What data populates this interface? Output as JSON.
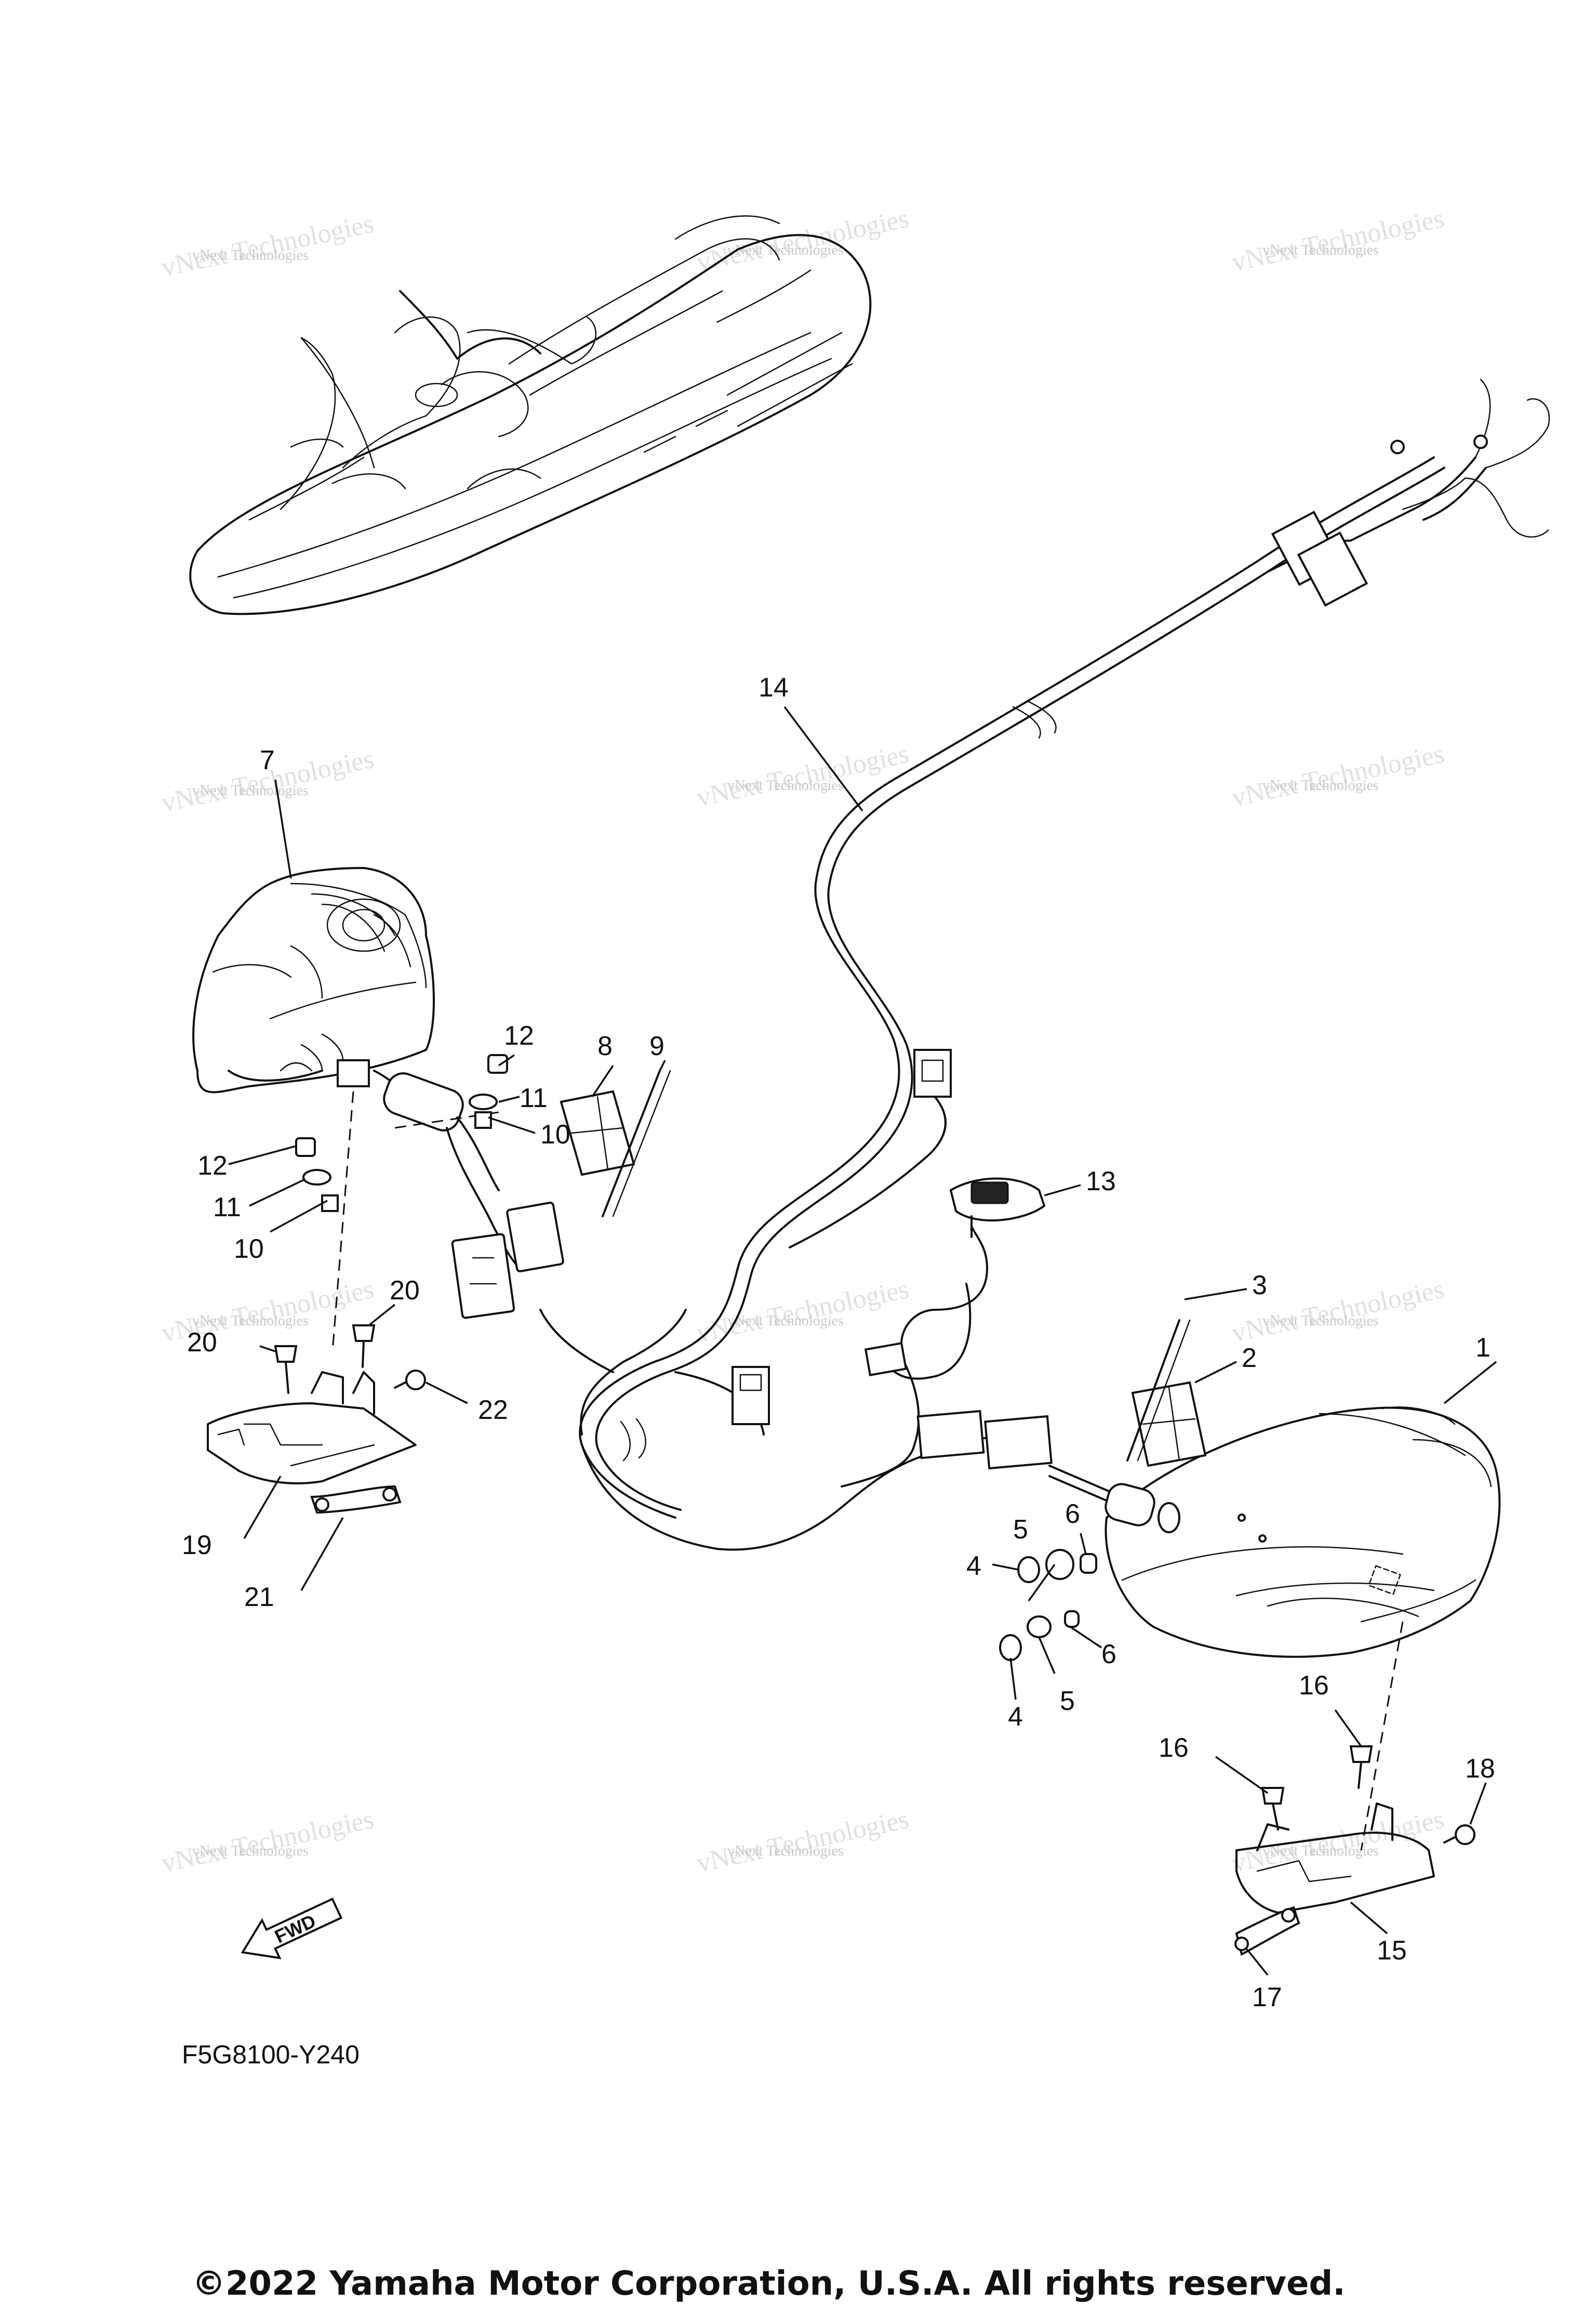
{
  "diagram": {
    "drawing_code": "F5G8100-Y240",
    "copyright": "©2022 Yamaha Motor Corporation, U.S.A. All rights reserved.",
    "fwd_label": "FWD",
    "watermark": {
      "line1": "vNext Technologies",
      "line2": "vNext Technologies"
    },
    "callouts": [
      "1",
      "2",
      "3",
      "4",
      "4",
      "5",
      "5",
      "6",
      "6",
      "7",
      "8",
      "9",
      "10",
      "10",
      "11",
      "11",
      "12",
      "12",
      "13",
      "14",
      "15",
      "16",
      "16",
      "17",
      "18",
      "19",
      "20",
      "20",
      "21",
      "22"
    ]
  }
}
